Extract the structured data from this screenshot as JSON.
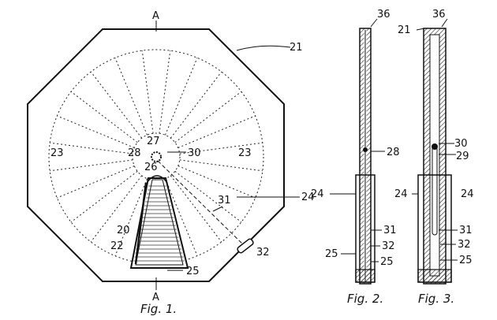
{
  "figures": {
    "fig1": {
      "caption": "Fig. 1.",
      "section_marker": "A",
      "labels": {
        "r21": "21",
        "r23_left": "23",
        "r23_right": "23",
        "r27": "27",
        "r28": "28",
        "r26": "26",
        "r30": "30",
        "r24": "24",
        "r31": "31",
        "r20": "20",
        "r22": "22",
        "r32": "32",
        "r25": "25"
      }
    },
    "fig2": {
      "caption": "Fig. 2.",
      "labels": {
        "r36": "36",
        "r28": "28",
        "r24": "24",
        "r31": "31",
        "r32": "32",
        "r25a": "25",
        "r25b": "25"
      }
    },
    "fig3": {
      "caption": "Fig. 3.",
      "labels": {
        "r36": "36",
        "r21": "21",
        "r30": "30",
        "r29": "29",
        "r24a": "24",
        "r24b": "24",
        "r31": "31",
        "r32": "32",
        "r25": "25"
      }
    }
  }
}
